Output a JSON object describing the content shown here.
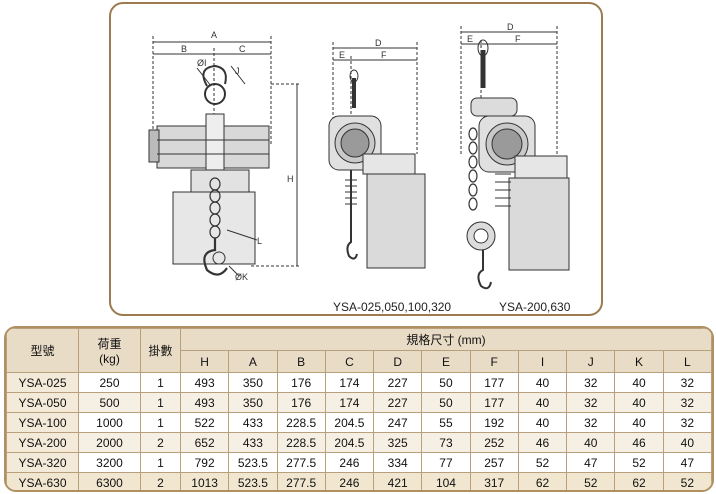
{
  "drawing": {
    "captions": [
      "YSA-025,050,100,320",
      "YSA-200,630"
    ],
    "dim_labels": {
      "A": "A",
      "B": "B",
      "C": "C",
      "D1": "D",
      "E1": "E",
      "F1": "F",
      "D2": "D",
      "E2": "E",
      "F2": "F",
      "H": "H",
      "I": "ØI",
      "J": "J",
      "K": "ØK",
      "L": "L"
    }
  },
  "table": {
    "header": {
      "model": "型號",
      "load": "荷重",
      "load_unit": "(kg)",
      "falls": "掛數",
      "spec": "規格尺寸 (mm)",
      "dims": [
        "H",
        "A",
        "B",
        "C",
        "D",
        "E",
        "F",
        "I",
        "J",
        "K",
        "L"
      ]
    },
    "rows": [
      [
        "YSA-025",
        "250",
        "1",
        "493",
        "350",
        "176",
        "174",
        "227",
        "50",
        "177",
        "40",
        "32",
        "40",
        "32"
      ],
      [
        "YSA-050",
        "500",
        "1",
        "493",
        "350",
        "176",
        "174",
        "227",
        "50",
        "177",
        "40",
        "32",
        "40",
        "32"
      ],
      [
        "YSA-100",
        "1000",
        "1",
        "522",
        "433",
        "228.5",
        "204.5",
        "247",
        "55",
        "192",
        "40",
        "32",
        "40",
        "32"
      ],
      [
        "YSA-200",
        "2000",
        "2",
        "652",
        "433",
        "228.5",
        "204.5",
        "325",
        "73",
        "252",
        "46",
        "40",
        "46",
        "40"
      ],
      [
        "YSA-320",
        "3200",
        "1",
        "792",
        "523.5",
        "277.5",
        "246",
        "334",
        "77",
        "257",
        "52",
        "47",
        "52",
        "47"
      ],
      [
        "YSA-630",
        "6300",
        "2",
        "1013",
        "523.5",
        "277.5",
        "246",
        "421",
        "104",
        "317",
        "62",
        "52",
        "62",
        "52"
      ]
    ]
  }
}
